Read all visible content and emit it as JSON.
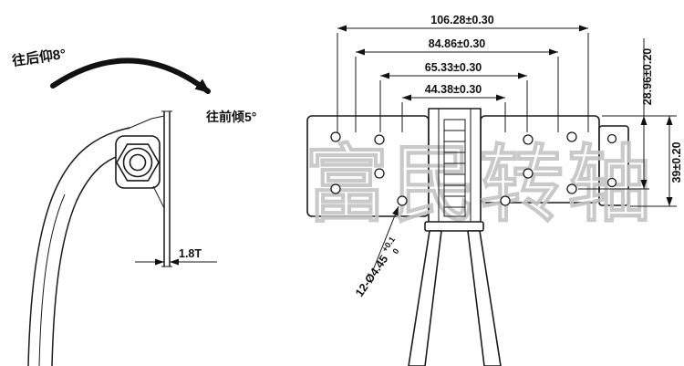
{
  "drawing": {
    "annotations": {
      "tilt_back": "往后仰8°",
      "tilt_forward": "往前倾5°",
      "thickness": "1.8T",
      "holes_callout": {
        "main": "12-Ø4.45",
        "tol_upper": "+0.1",
        "tol_lower": "0"
      }
    },
    "dimensions": {
      "width_outer": "106.28±0.30",
      "width_2": "84.86±0.30",
      "width_3": "65.33±0.30",
      "width_inner": "44.38±0.30",
      "height_upper": "28.96±0.20",
      "height_outer": "39±0.20"
    },
    "watermark": "富民转轴",
    "colors": {
      "line": "#1a1a1a",
      "watermark": "#c4c4c4",
      "background": "#ffffff"
    }
  }
}
